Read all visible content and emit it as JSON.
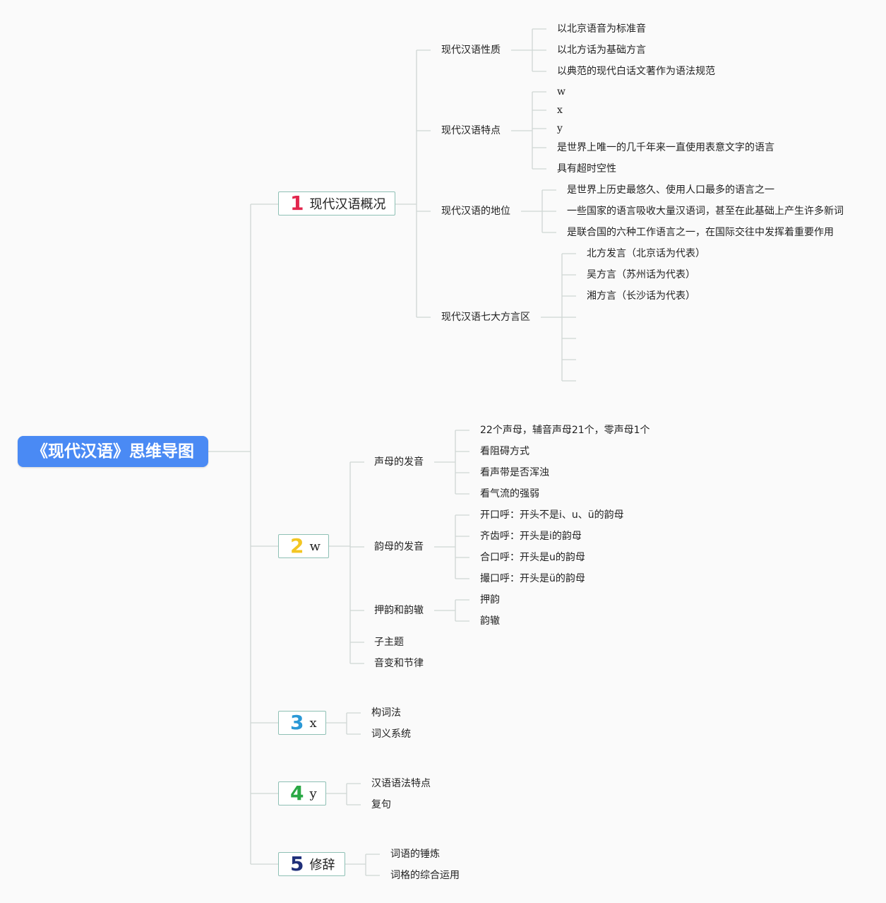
{
  "root": "《现代汉语》思维导图",
  "colors": {
    "root_bg": "#4a8af4",
    "num1": "#e2264d",
    "num2": "#f3c623",
    "num3": "#2a98d6",
    "num4": "#2aa845",
    "num5": "#20307a",
    "line": "#cfd6d4"
  },
  "branches": [
    {
      "num": "1",
      "label": "现代汉语概况",
      "children": [
        {
          "label": "现代汉语性质",
          "children": [
            "以北京语音为标准音",
            "以北方话为基础方言",
            "以典范的现代白话文著作为语法规范"
          ]
        },
        {
          "label": "现代汉语特点",
          "children": [
            "w",
            "x",
            "y",
            "是世界上唯一的几千年来一直使用表意文字的语言",
            "具有超时空性"
          ]
        },
        {
          "label": "现代汉语的地位",
          "children": [
            "是世界上历史最悠久、使用人口最多的语言之一",
            "一些国家的语言吸收大量汉语词，甚至在此基础上产生许多新词",
            "是联合国的六种工作语言之一，在国际交往中发挥着重要作用"
          ]
        },
        {
          "label": "现代汉语七大方言区",
          "children": [
            "北方发言（北京话为代表）",
            "吴方言（苏州话为代表）",
            "湘方言（长沙话为代表）",
            "",
            "",
            "",
            ""
          ]
        }
      ]
    },
    {
      "num": "2",
      "label": "w",
      "children": [
        {
          "label": "声母的发音",
          "children": [
            "22个声母，辅音声母21个，零声母1个",
            "看阻碍方式",
            "看声带是否浑浊",
            "看气流的强弱"
          ]
        },
        {
          "label": "韵母的发音",
          "children": [
            "开口呼：开头不是i、u、ü的韵母",
            "齐齿呼：开头是i的韵母",
            "合口呼：开头是u的韵母",
            "撮口呼：开头是ü的韵母"
          ]
        },
        {
          "label": "押韵和韵辙",
          "children": [
            "押韵",
            "韵辙"
          ]
        },
        {
          "label": "子主题",
          "children": []
        },
        {
          "label": "音变和节律",
          "children": []
        }
      ]
    },
    {
      "num": "3",
      "label": "x",
      "children": [
        {
          "label": "构词法",
          "children": []
        },
        {
          "label": "词义系统",
          "children": []
        }
      ]
    },
    {
      "num": "4",
      "label": "y",
      "children": [
        {
          "label": "汉语语法特点",
          "children": []
        },
        {
          "label": "复句",
          "children": []
        }
      ]
    },
    {
      "num": "5",
      "label": "修辞",
      "children": [
        {
          "label": "词语的锤炼",
          "children": []
        },
        {
          "label": "词格的综合运用",
          "children": []
        }
      ]
    }
  ]
}
